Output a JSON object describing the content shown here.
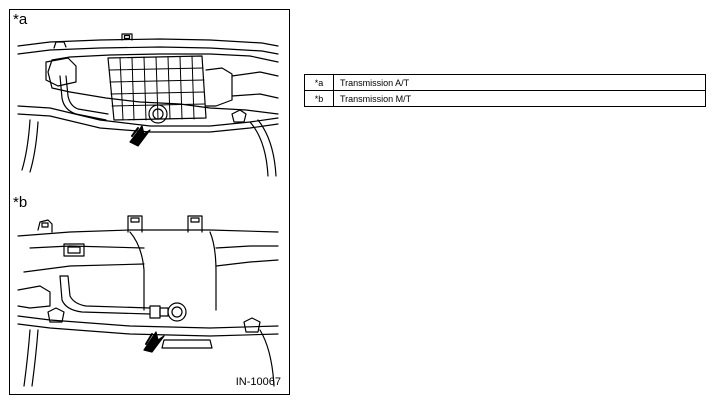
{
  "figure": {
    "panel_a_label": "*a",
    "panel_b_label": "*b",
    "code": "IN-10067"
  },
  "legend": [
    {
      "key": "*a",
      "value": "Transmission A/T"
    },
    {
      "key": "*b",
      "value": "Transmission M/T"
    }
  ]
}
